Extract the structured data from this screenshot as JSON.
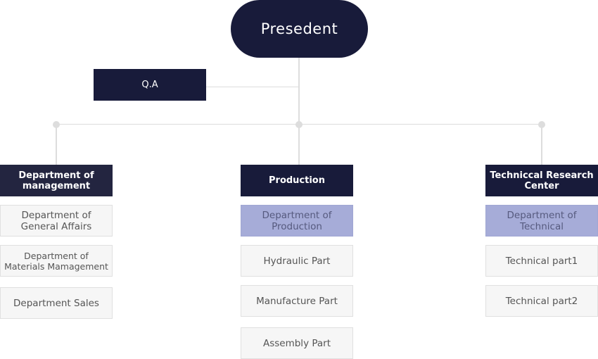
{
  "president": "Presedent",
  "qa": "Q.A",
  "columns": [
    {
      "head": "Department of management",
      "items": [
        "Department of General Affairs",
        "Department of Materials Mamagement",
        "Department Sales"
      ]
    },
    {
      "head": "Production",
      "items": [
        "Department of Production",
        "Hydraulic Part",
        "Manufacture Part",
        "Assembly Part"
      ]
    },
    {
      "head": "Techniccal Research Center",
      "items": [
        "Department of Technical",
        "Technical part1",
        "Technical part2"
      ]
    }
  ],
  "colors": {
    "node_dark": "#181b3a",
    "highlight": "#a6acd8",
    "connector": "#dddddd"
  }
}
